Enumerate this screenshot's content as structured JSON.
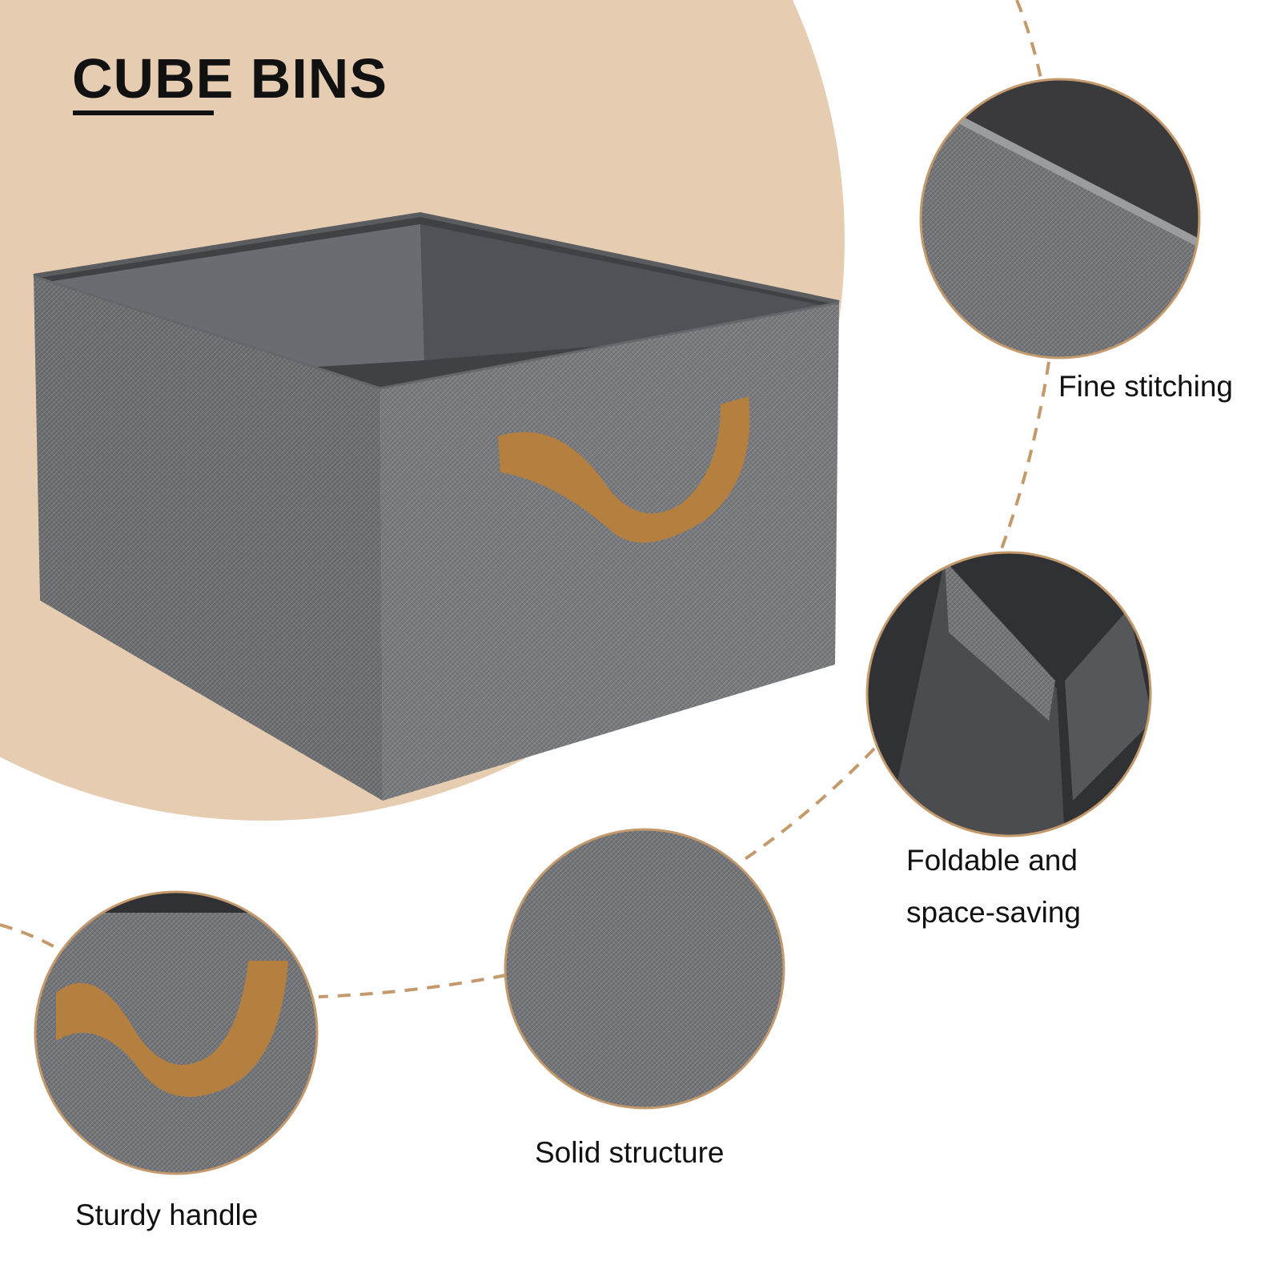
{
  "title": "CUBE BINS",
  "features": [
    {
      "label": "Fine stitching"
    },
    {
      "label_line1": "Foldable and",
      "label_line2": "space-saving"
    },
    {
      "label": "Solid structure"
    },
    {
      "label": "Sturdy handle"
    }
  ],
  "colors": {
    "background_circle": "#e6cdb2",
    "fabric": "#6f7174",
    "accent": "#c49a6c",
    "handle": "#b5803f"
  }
}
